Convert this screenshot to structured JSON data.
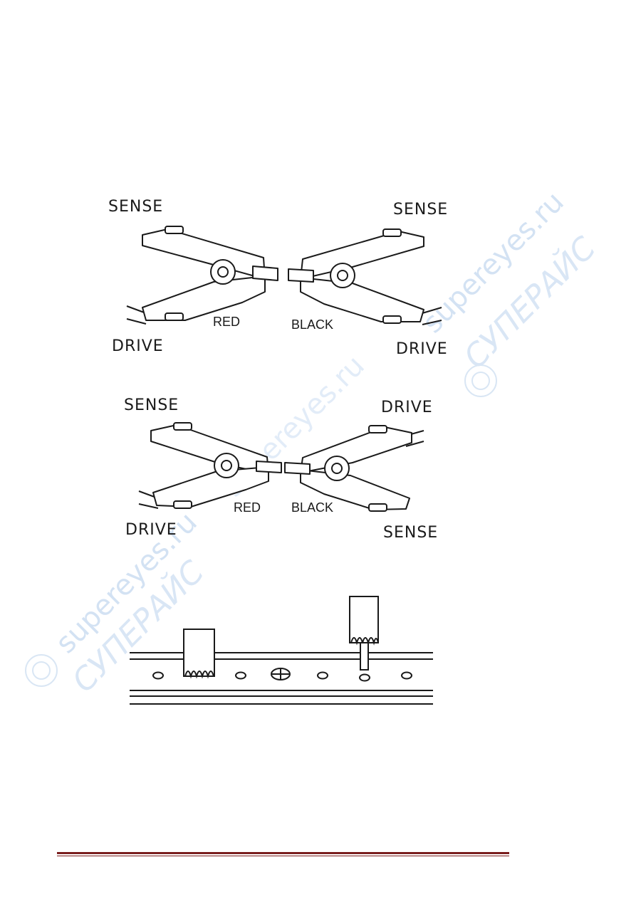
{
  "figure1": {
    "sense_left": "SENSE",
    "sense_right": "SENSE",
    "drive_left": "DRIVE",
    "drive_right": "DRIVE",
    "red": "RED",
    "black": "BLACK"
  },
  "figure2": {
    "sense_left": "SENSE",
    "drive_right_top": "DRIVE",
    "drive_left": "DRIVE",
    "sense_right_bottom": "SENSE",
    "red": "RED",
    "black": "BLACK"
  },
  "watermark": {
    "text_latin": "supereyes.ru",
    "text_cyrillic": "СУПЕРАЙС",
    "color": "#c7d8ee"
  },
  "footer": {
    "rule_color": "#7a1e1e"
  }
}
